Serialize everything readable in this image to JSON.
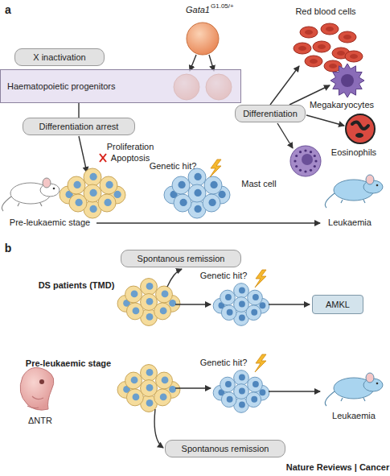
{
  "diagram": {
    "nodes": [
      {
        "text": [
          "X inactivation"
        ]
      },
      {
        "text": [
          "Haematopoietic progenitors"
        ]
      },
      {
        "text": [
          "Differentiation"
        ]
      },
      {
        "text": [
          "Differentiation arrest"
        ]
      },
      {
        "text": [
          "Spontanous remission"
        ]
      },
      {
        "text": [
          "AMKL"
        ]
      },
      {
        "text": [
          "Spontanous remission"
        ]
      }
    ],
    "edges": [
      {
        "from": 1,
        "to": 3,
        "arrow": "none"
      }
    ],
    "labels": [
      "a",
      "Gata1",
      "G1.05/+",
      "Red blood cells",
      "Megakaryocytes",
      "Eosinophils",
      "Mast cell",
      "Proliferation",
      "Apoptosis",
      "Genetic hit?",
      "Pre-leukaemic stage",
      "Leukaemia",
      "b",
      "DS patients (TMD)",
      "Genetic hit?",
      "Pre-leukaemic stage",
      "ΔNTR",
      "Genetic hit?",
      "Leukaemia",
      "Nature Reviews | Cancer"
    ]
  }
}
